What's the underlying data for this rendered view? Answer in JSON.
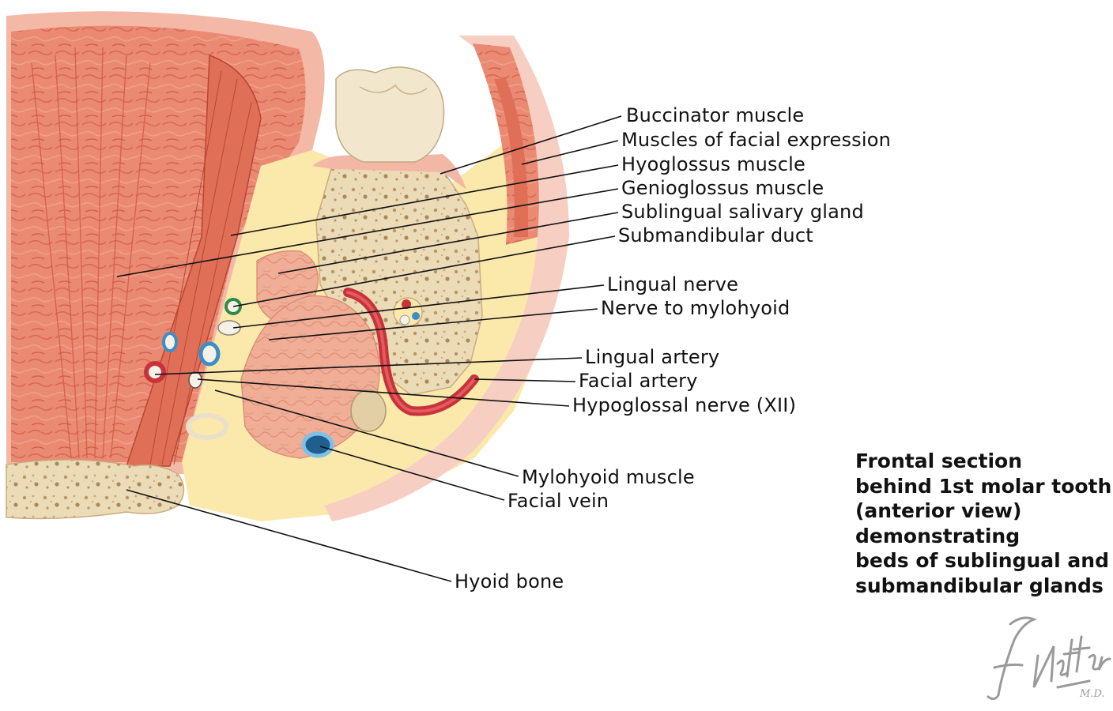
{
  "labels": [
    {
      "id": "buccinator",
      "text": "Buccinator muscle"
    },
    {
      "id": "facial-expression",
      "text": "Muscles of facial expression"
    },
    {
      "id": "hyoglossus",
      "text": "Hyoglossus muscle"
    },
    {
      "id": "genioglossus",
      "text": "Genioglossus muscle"
    },
    {
      "id": "sublingual-gland",
      "text": "Sublingual salivary gland"
    },
    {
      "id": "submandibular-duct",
      "text": "Submandibular duct"
    },
    {
      "id": "lingual-nerve",
      "text": "Lingual nerve"
    },
    {
      "id": "nerve-mylohyoid",
      "text": "Nerve to mylohyoid"
    },
    {
      "id": "lingual-artery",
      "text": "Lingual artery"
    },
    {
      "id": "facial-artery",
      "text": "Facial artery"
    },
    {
      "id": "hypoglossal-nerve",
      "text": "Hypoglossal nerve (XII)"
    },
    {
      "id": "mylohyoid-muscle",
      "text": "Mylohyoid muscle"
    },
    {
      "id": "facial-vein",
      "text": "Facial vein"
    },
    {
      "id": "hyoid-bone",
      "text": "Hyoid bone"
    }
  ],
  "caption": [
    "Frontal section",
    "behind 1st molar tooth",
    "(anterior view)",
    "demonstrating",
    "beds of sublingual and",
    "submandibular glands"
  ],
  "signature": "F. Netter M.D.",
  "colors": {
    "muscle": "#e8826a",
    "muscle_dark": "#c9553f",
    "skin": "#f6cfc2",
    "bone": "#ebd9b4",
    "bone_dots": "#b89a6a",
    "fat": "#fbecb0",
    "gland": "#f2b19a",
    "artery": "#c8323a",
    "vein": "#3b8fc8",
    "nerve": "#f5f1e6",
    "tooth": "#f2e7cc",
    "leader": "#111111",
    "signature": "#9a9a9a"
  }
}
